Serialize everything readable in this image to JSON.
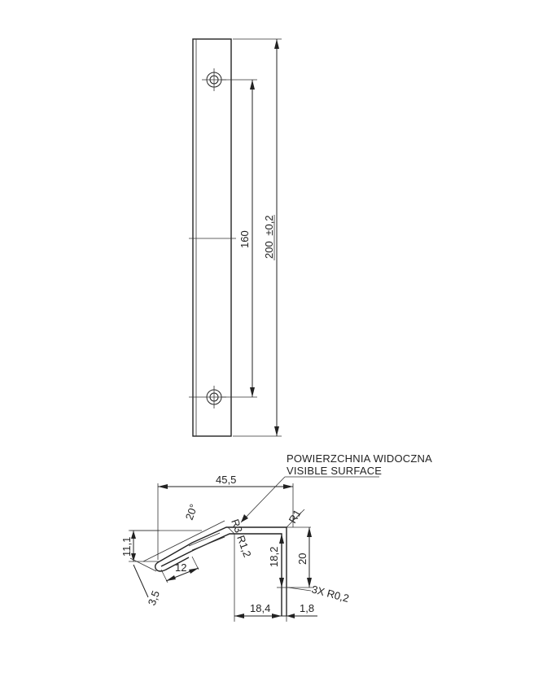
{
  "notes": {
    "surface_pl": "POWIERZCHNIA WIDOCZNA",
    "surface_en": "VISIBLE SURFACE"
  },
  "front_view": {
    "hole_spacing": "160",
    "length": "200",
    "length_tolerance": "±0,2"
  },
  "section_view": {
    "width_total": "45,5",
    "angle": "20°",
    "radius_r3": "R3",
    "radius_r1": "R1",
    "radius_r12": "R1,2",
    "dim_11_1": "11,1",
    "dim_12": "12",
    "dim_3_5": "3,5",
    "dim_18_2": "18,2",
    "dim_20": "20",
    "radius_3x": "3X R0,2",
    "dim_18_4": "18,4",
    "dim_1_8": "1,8"
  }
}
